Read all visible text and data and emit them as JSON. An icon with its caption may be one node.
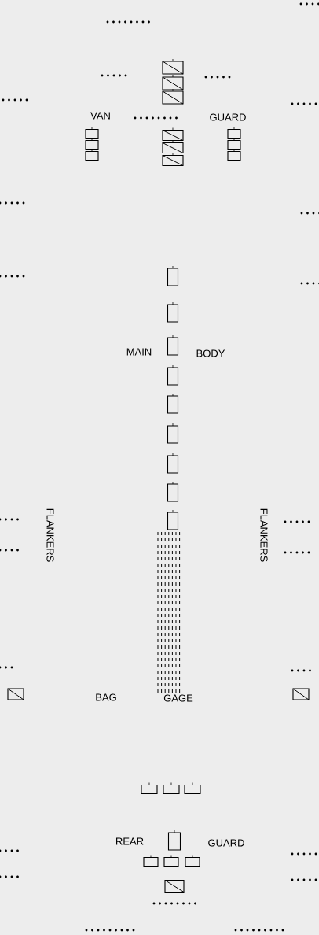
{
  "diagram": {
    "labels": [
      "VAN",
      "GUARD",
      "MAIN",
      "BODY",
      "FLANKERS",
      "FLANKERS",
      "BAG",
      "GAGE",
      "REAR",
      "GUARD"
    ]
  }
}
